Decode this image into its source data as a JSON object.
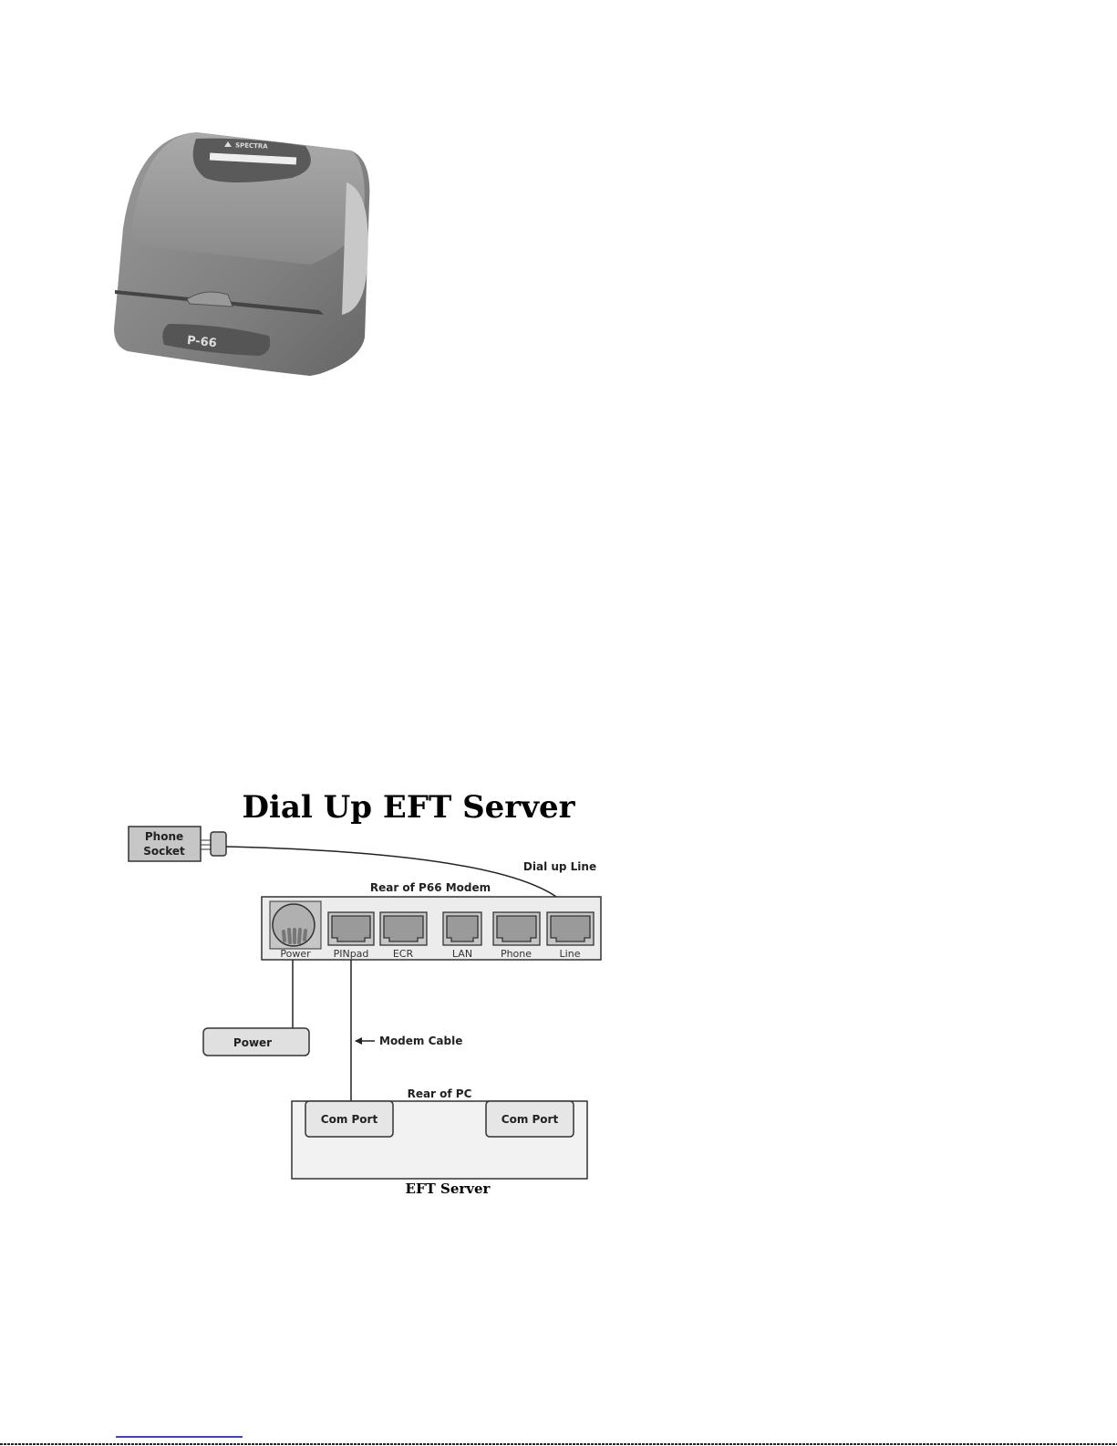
{
  "device_photo": {
    "logo_text": "P-66",
    "brand_text": "SPECTRA"
  },
  "diagram": {
    "title": "Dial Up EFT Server",
    "phone_socket": [
      "Phone",
      "Socket"
    ],
    "dial_up_line": "Dial up Line",
    "modem_title": "Rear of P66 Modem",
    "ports": [
      "Power",
      "PINpad",
      "ECR",
      "LAN",
      "Phone",
      "Line"
    ],
    "power_box": "Power",
    "modem_cable": "Modem Cable",
    "pc_title": "Rear of PC",
    "com_ports": [
      "Com Port",
      "Com Port"
    ],
    "server_label": "EFT Server"
  },
  "colors": {
    "footer_link": "#0000cc"
  }
}
